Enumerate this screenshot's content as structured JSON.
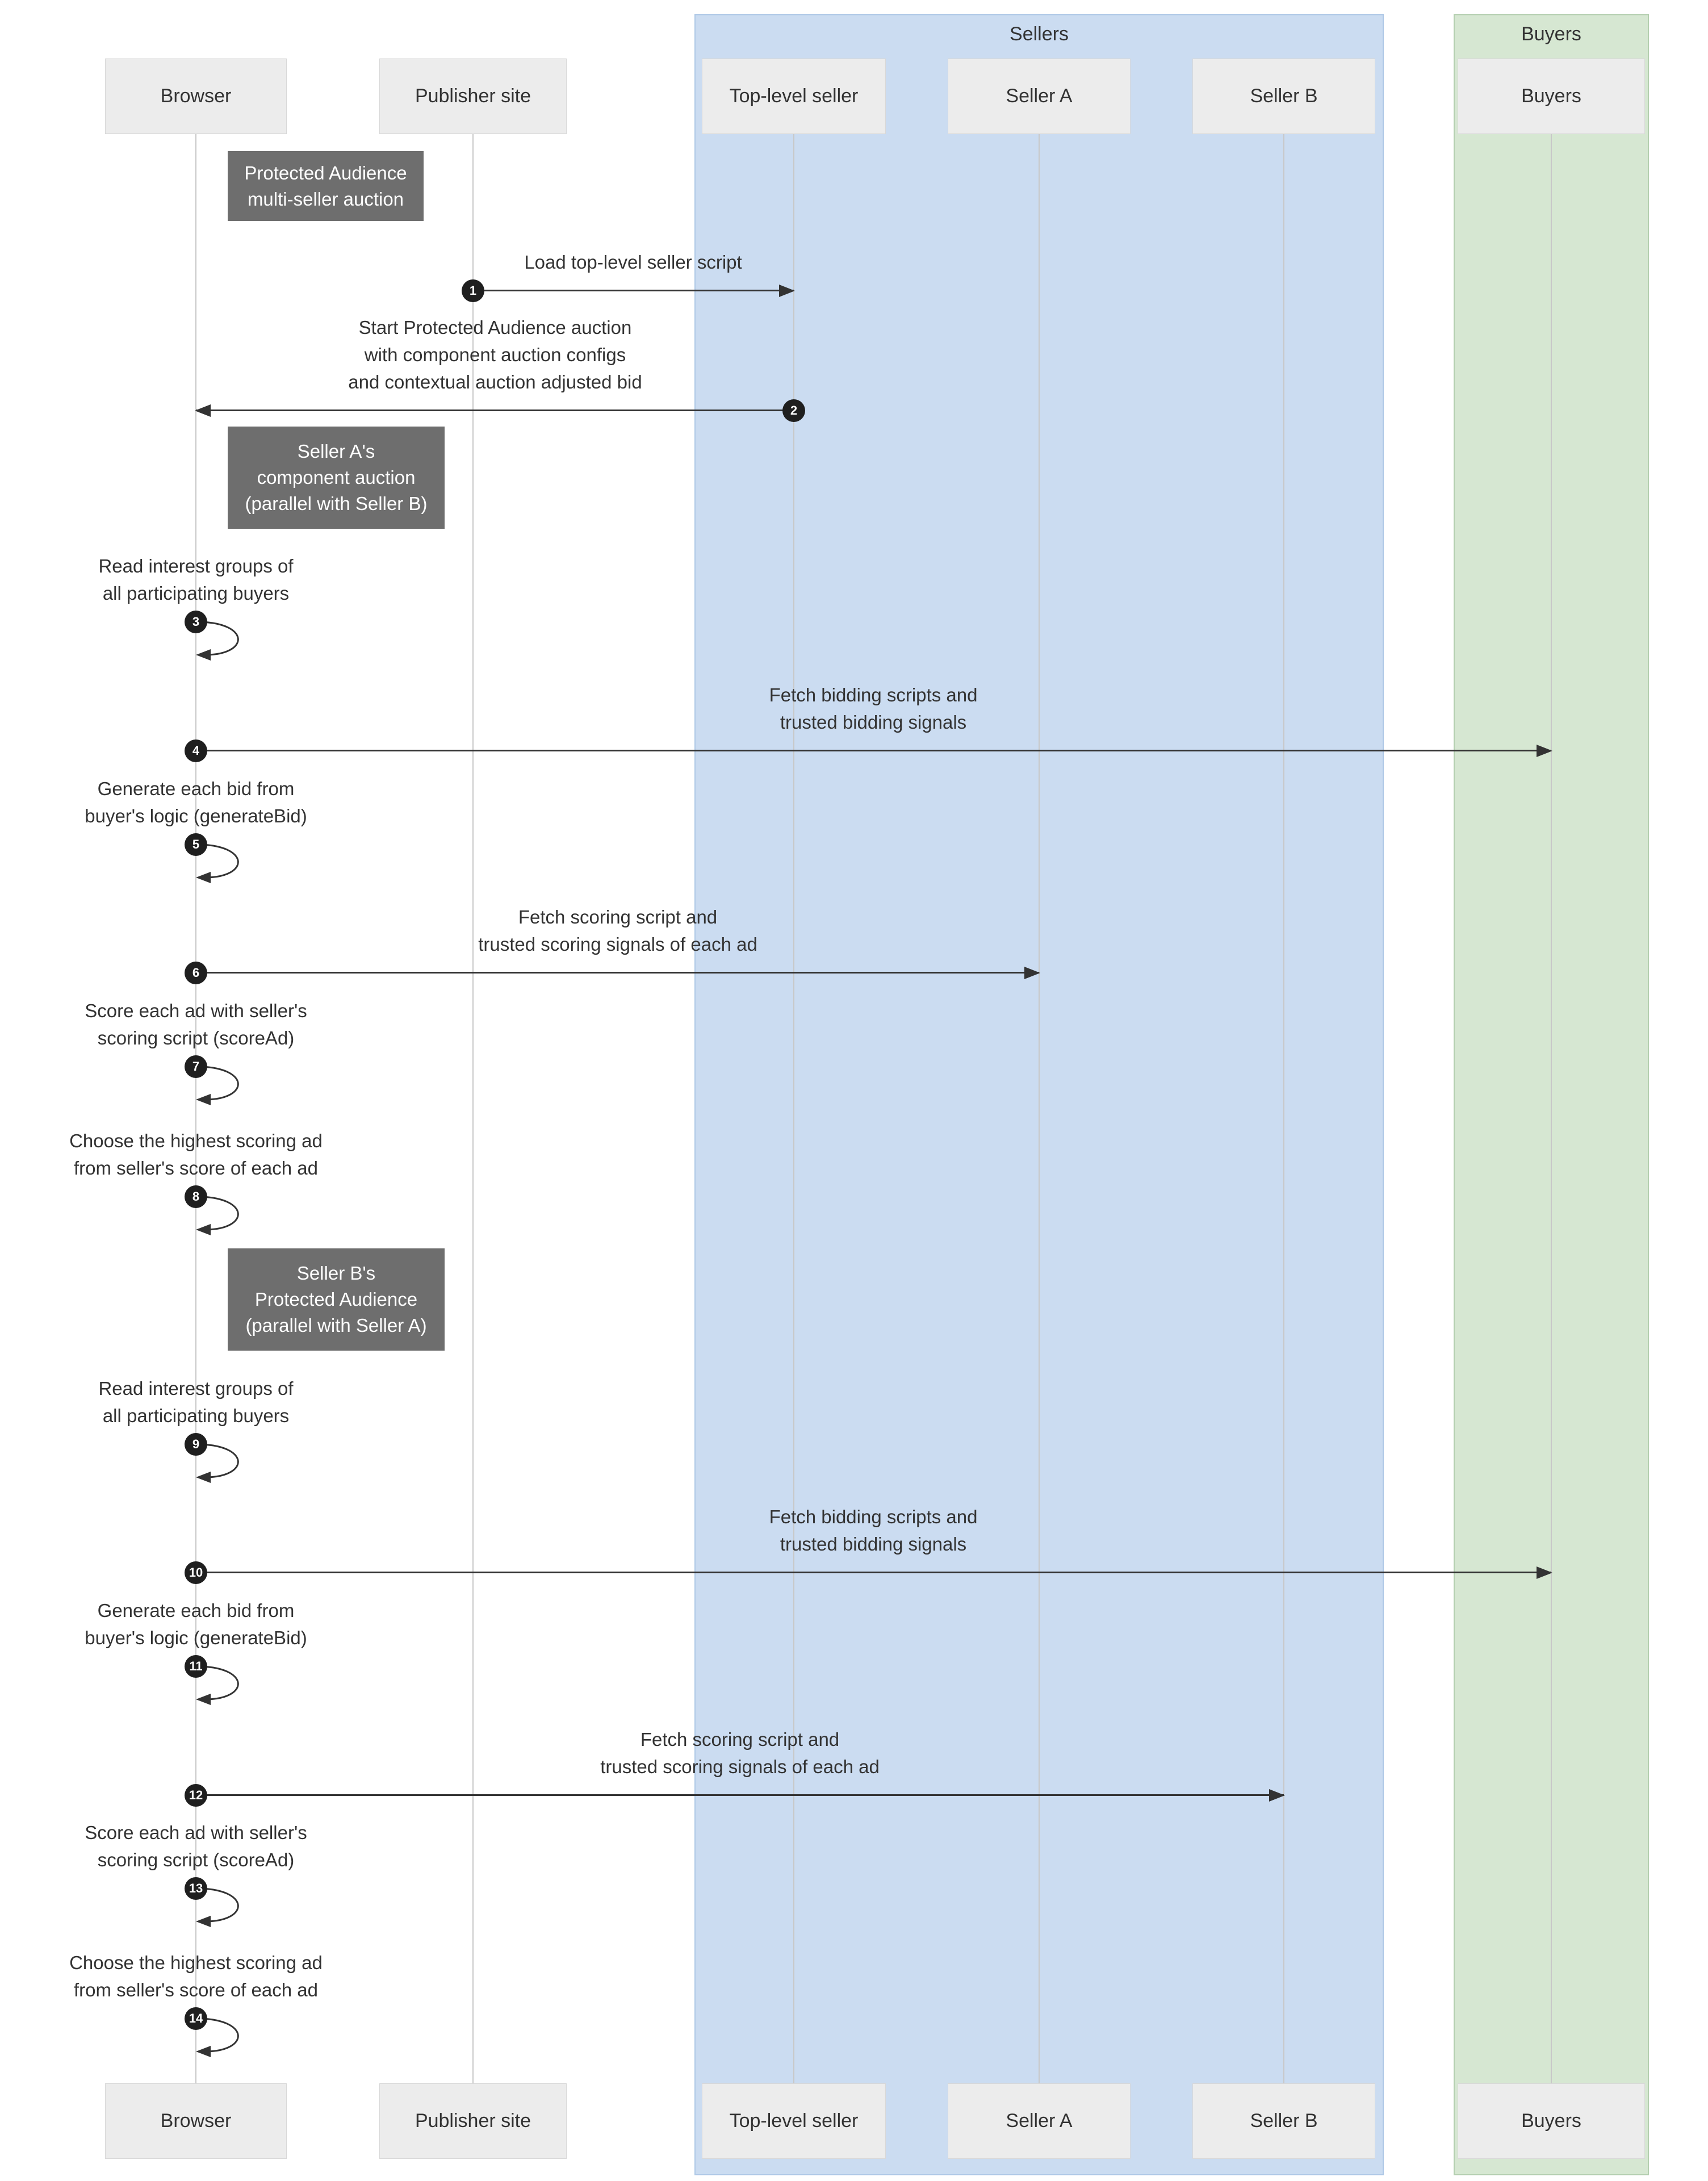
{
  "colors": {
    "sellers_group_fill": "#cbdcf1",
    "buyers_group_fill": "#d6e7d2",
    "note_fill": "#6e6e6e",
    "participant_fill": "#ececec",
    "arrow_color": "#333333"
  },
  "groups": {
    "sellers": {
      "label": "Sellers"
    },
    "buyers": {
      "label": "Buyers"
    }
  },
  "participants": [
    {
      "label": "Browser"
    },
    {
      "label": "Publisher site"
    },
    {
      "label": "Top-level seller"
    },
    {
      "label": "Seller A"
    },
    {
      "label": "Seller B"
    },
    {
      "label": "Buyers"
    }
  ],
  "notes": [
    {
      "text": "Protected Audience\nmulti-seller auction"
    },
    {
      "text": "Seller A's\ncomponent auction\n(parallel with Seller B)"
    },
    {
      "text": "Seller B's\nProtected Audience\n(parallel with Seller A)"
    }
  ],
  "messages": [
    {
      "num": "1",
      "label": "Load top-level seller script",
      "from": "Publisher site",
      "to": "Top-level seller",
      "kind": "message"
    },
    {
      "num": "2",
      "label": "Start Protected Audience auction\nwith component auction configs\nand contextual auction adjusted bid",
      "from": "Top-level seller",
      "to": "Browser",
      "kind": "message"
    },
    {
      "num": "3",
      "label": "Read interest groups of\nall participating buyers",
      "from": "Browser",
      "to": "Browser",
      "kind": "self"
    },
    {
      "num": "4",
      "label": "Fetch bidding scripts and\ntrusted bidding signals",
      "from": "Browser",
      "to": "Buyers",
      "kind": "message"
    },
    {
      "num": "5",
      "label": "Generate each bid from\nbuyer's logic (generateBid)",
      "from": "Browser",
      "to": "Browser",
      "kind": "self"
    },
    {
      "num": "6",
      "label": "Fetch scoring script and\ntrusted scoring signals of each ad",
      "from": "Browser",
      "to": "Seller A",
      "kind": "message"
    },
    {
      "num": "7",
      "label": "Score each ad with seller's\nscoring script (scoreAd)",
      "from": "Browser",
      "to": "Browser",
      "kind": "self"
    },
    {
      "num": "8",
      "label": "Choose the highest scoring ad\nfrom seller's score of each ad",
      "from": "Browser",
      "to": "Browser",
      "kind": "self"
    },
    {
      "num": "9",
      "label": "Read interest groups of\nall participating buyers",
      "from": "Browser",
      "to": "Browser",
      "kind": "self"
    },
    {
      "num": "10",
      "label": "Fetch bidding scripts and\ntrusted bidding signals",
      "from": "Browser",
      "to": "Buyers",
      "kind": "message"
    },
    {
      "num": "11",
      "label": "Generate each bid from\nbuyer's logic (generateBid)",
      "from": "Browser",
      "to": "Browser",
      "kind": "self"
    },
    {
      "num": "12",
      "label": "Fetch scoring script and\ntrusted scoring signals of each ad",
      "from": "Browser",
      "to": "Seller B",
      "kind": "message"
    },
    {
      "num": "13",
      "label": "Score each ad with seller's\nscoring script (scoreAd)",
      "from": "Browser",
      "to": "Browser",
      "kind": "self"
    },
    {
      "num": "14",
      "label": "Choose the highest scoring ad\nfrom seller's score of each ad",
      "from": "Browser",
      "to": "Browser",
      "kind": "self"
    }
  ]
}
